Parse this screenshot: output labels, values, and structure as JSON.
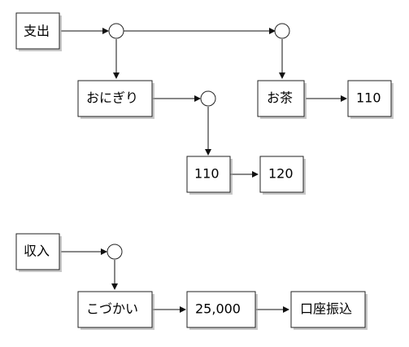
{
  "expense": {
    "root": "支出",
    "item_onigiri": "おにぎり",
    "item_tea": "お茶",
    "onigiri_value_1": "110",
    "onigiri_value_2": "120",
    "tea_value": "110"
  },
  "income": {
    "root": "収入",
    "item_allowance": "こづかい",
    "allowance_value": "25,000",
    "allowance_method": "口座振込"
  },
  "colors": {
    "stroke": "#222222",
    "fill": "#ffffff",
    "shadow": "#9a9a9a"
  }
}
